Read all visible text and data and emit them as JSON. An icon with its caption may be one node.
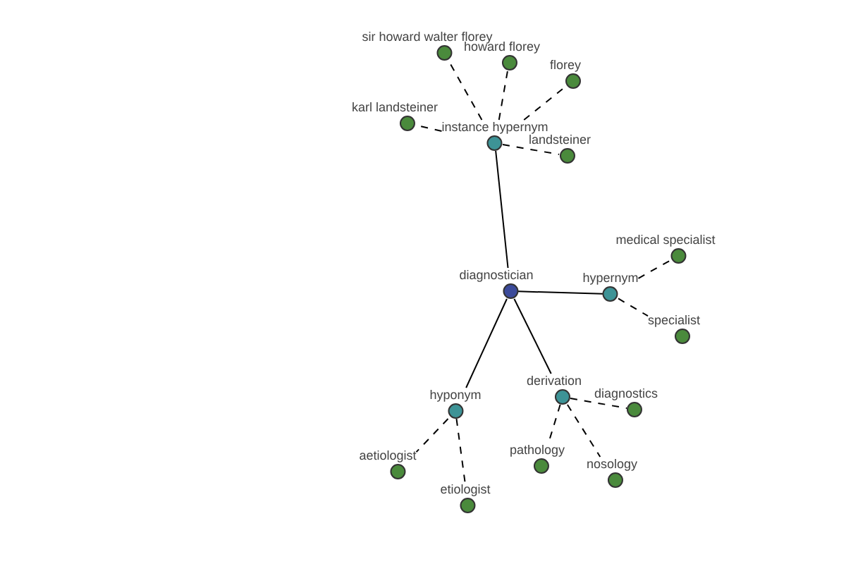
{
  "diagram": {
    "nodes": [
      {
        "text": [
          "diagnostician"
        ]
      },
      {
        "text": [
          "instance hypernym"
        ]
      },
      {
        "text": [
          "sir howard walter florey"
        ]
      },
      {
        "text": [
          "howard florey"
        ]
      },
      {
        "text": [
          "florey"
        ]
      },
      {
        "text": [
          "karl landsteiner"
        ]
      },
      {
        "text": [
          "landsteiner"
        ]
      },
      {
        "text": [
          "hypernym"
        ]
      },
      {
        "text": [
          "medical specialist"
        ]
      },
      {
        "text": [
          "specialist"
        ]
      },
      {
        "text": [
          "hyponym"
        ]
      },
      {
        "text": [
          "aetiologist"
        ]
      },
      {
        "text": [
          "etiologist"
        ]
      },
      {
        "text": [
          "derivation"
        ]
      },
      {
        "text": [
          "diagnostics"
        ]
      },
      {
        "text": [
          "pathology"
        ]
      },
      {
        "text": [
          "nosology"
        ]
      }
    ],
    "edges": [
      {
        "from": 0,
        "to": 1,
        "arrow": "none"
      },
      {
        "from": 1,
        "to": 2,
        "arrow": "none",
        "style": "dashed"
      },
      {
        "from": 1,
        "to": 3,
        "arrow": "none",
        "style": "dashed"
      },
      {
        "from": 1,
        "to": 4,
        "arrow": "none",
        "style": "dashed"
      },
      {
        "from": 1,
        "to": 5,
        "arrow": "none",
        "style": "dashed"
      },
      {
        "from": 1,
        "to": 6,
        "arrow": "none",
        "style": "dashed"
      },
      {
        "from": 0,
        "to": 7,
        "arrow": "none"
      },
      {
        "from": 7,
        "to": 8,
        "arrow": "none",
        "style": "dashed"
      },
      {
        "from": 7,
        "to": 9,
        "arrow": "none",
        "style": "dashed"
      },
      {
        "from": 0,
        "to": 10,
        "arrow": "none"
      },
      {
        "from": 10,
        "to": 11,
        "arrow": "none",
        "style": "dashed"
      },
      {
        "from": 10,
        "to": 12,
        "arrow": "none",
        "style": "dashed"
      },
      {
        "from": 0,
        "to": 13,
        "arrow": "none"
      },
      {
        "from": 13,
        "to": 14,
        "arrow": "none",
        "style": "dashed"
      },
      {
        "from": 13,
        "to": 15,
        "arrow": "none",
        "style": "dashed"
      },
      {
        "from": 13,
        "to": 16,
        "arrow": "none",
        "style": "dashed"
      }
    ]
  }
}
